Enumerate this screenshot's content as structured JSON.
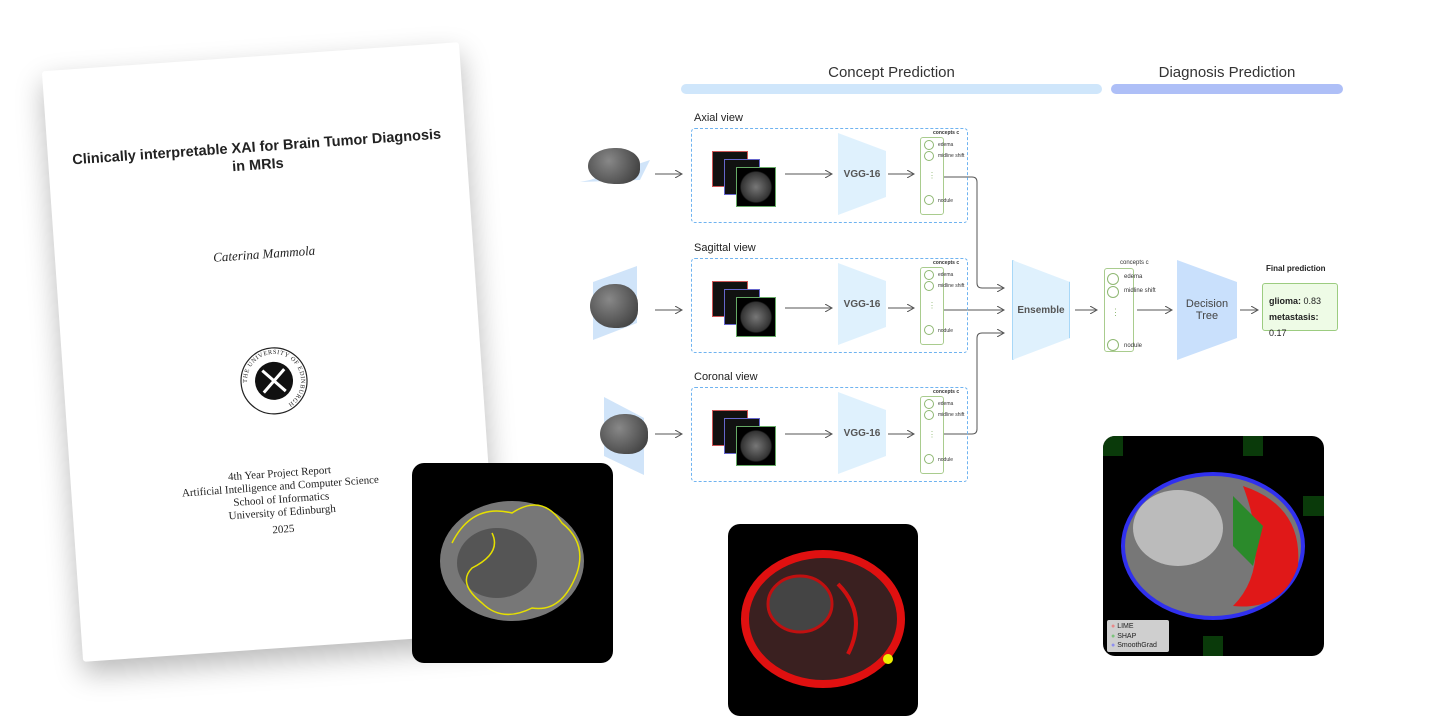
{
  "paper": {
    "title": "Clinically interpretable XAI for Brain Tumor Diagnosis in MRIs",
    "author": "Caterina Mammola",
    "crest_text": "THE UNIVERSITY OF EDINBURGH",
    "info": [
      "4th Year Project Report",
      "Artificial Intelligence and Computer Science",
      "School of Informatics",
      "University of Edinburgh",
      "2025"
    ]
  },
  "diagram": {
    "headers": {
      "concept": "Concept Prediction",
      "diagnosis": "Diagnosis Prediction"
    },
    "views": [
      {
        "label": "Axial view"
      },
      {
        "label": "Sagittal view"
      },
      {
        "label": "Coronal view"
      }
    ],
    "model": "VGG-16",
    "concepts": {
      "title": "concepts c",
      "items": [
        "edema",
        "midline shift",
        "nodule"
      ],
      "ellipsis": "⋮"
    },
    "ensemble": "Ensemble",
    "tree": "Decision Tree",
    "final": {
      "title": "Final prediction",
      "rows": [
        {
          "label": "glioma:",
          "value": "0.83"
        },
        {
          "label": "metastasis:",
          "value": "0.17"
        }
      ]
    },
    "colors": {
      "concept_bar": "#cfe6fb",
      "diagnosis_bar": "#aebff7",
      "trap_light": "#dff1fd",
      "tree": "#c9e0fc"
    }
  },
  "legend": {
    "items": [
      {
        "label": "LIME",
        "color": "#e88a8a"
      },
      {
        "label": "SHAP",
        "color": "#7cc47c"
      },
      {
        "label": "SmoothGrad",
        "color": "#8f8ff0"
      }
    ]
  }
}
